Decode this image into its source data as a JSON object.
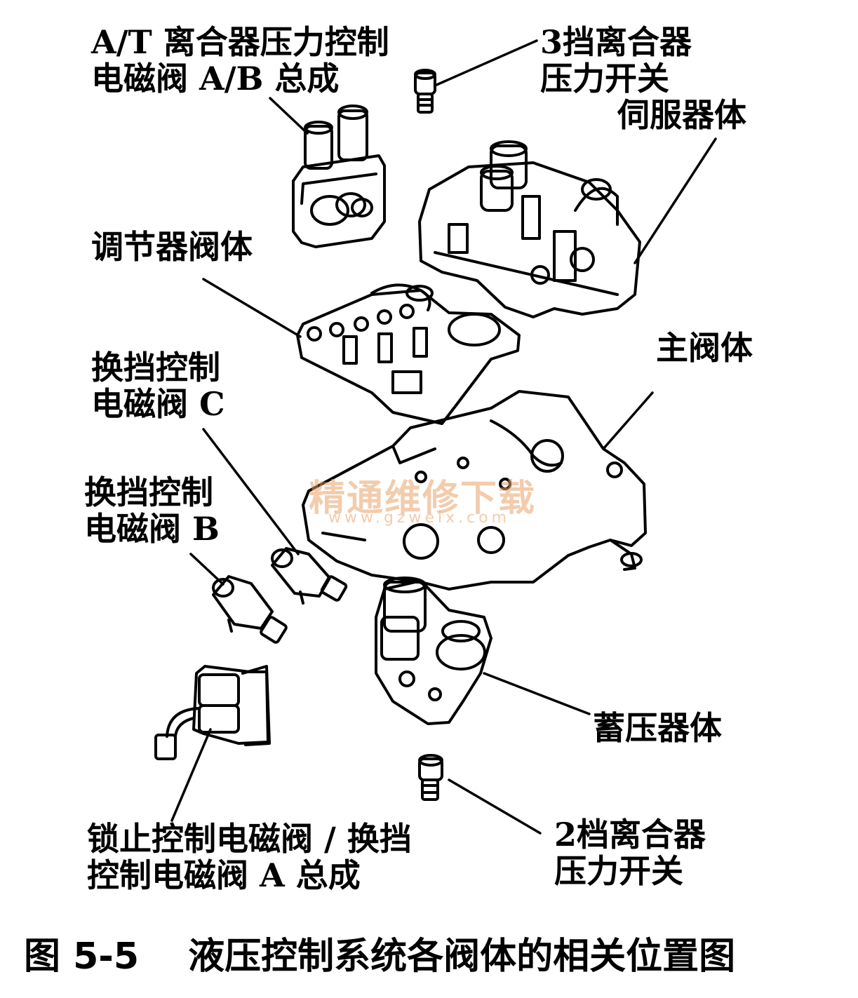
{
  "labels": {
    "solenoid_ab": [
      "A/T 离合器压力控制",
      "电磁阀 A/B 总成"
    ],
    "switch_3rd": [
      "3挡离合器",
      "压力开关"
    ],
    "servo_body": [
      "伺服器体"
    ],
    "regulator_body": [
      "调节器阀体"
    ],
    "main_valve": [
      "主阀体"
    ],
    "shift_solenoid_c": [
      "换挡控制",
      "电磁阀 C"
    ],
    "shift_solenoid_b": [
      "换挡控制",
      "电磁阀 B"
    ],
    "accumulator": [
      "蓄压器体"
    ],
    "lockup_solenoid": [
      "锁止控制电磁阀 / 换挡",
      "控制电磁阀 A 总成"
    ],
    "switch_2nd": [
      "2档离合器",
      "压力开关"
    ]
  },
  "watermark": {
    "text": "精通维修下载",
    "url": "www.gzweix.com",
    "color": "#e8a36a"
  },
  "caption": {
    "figure_number": "图 5-5",
    "title": "液压控制系统各阀体的相关位置图"
  }
}
